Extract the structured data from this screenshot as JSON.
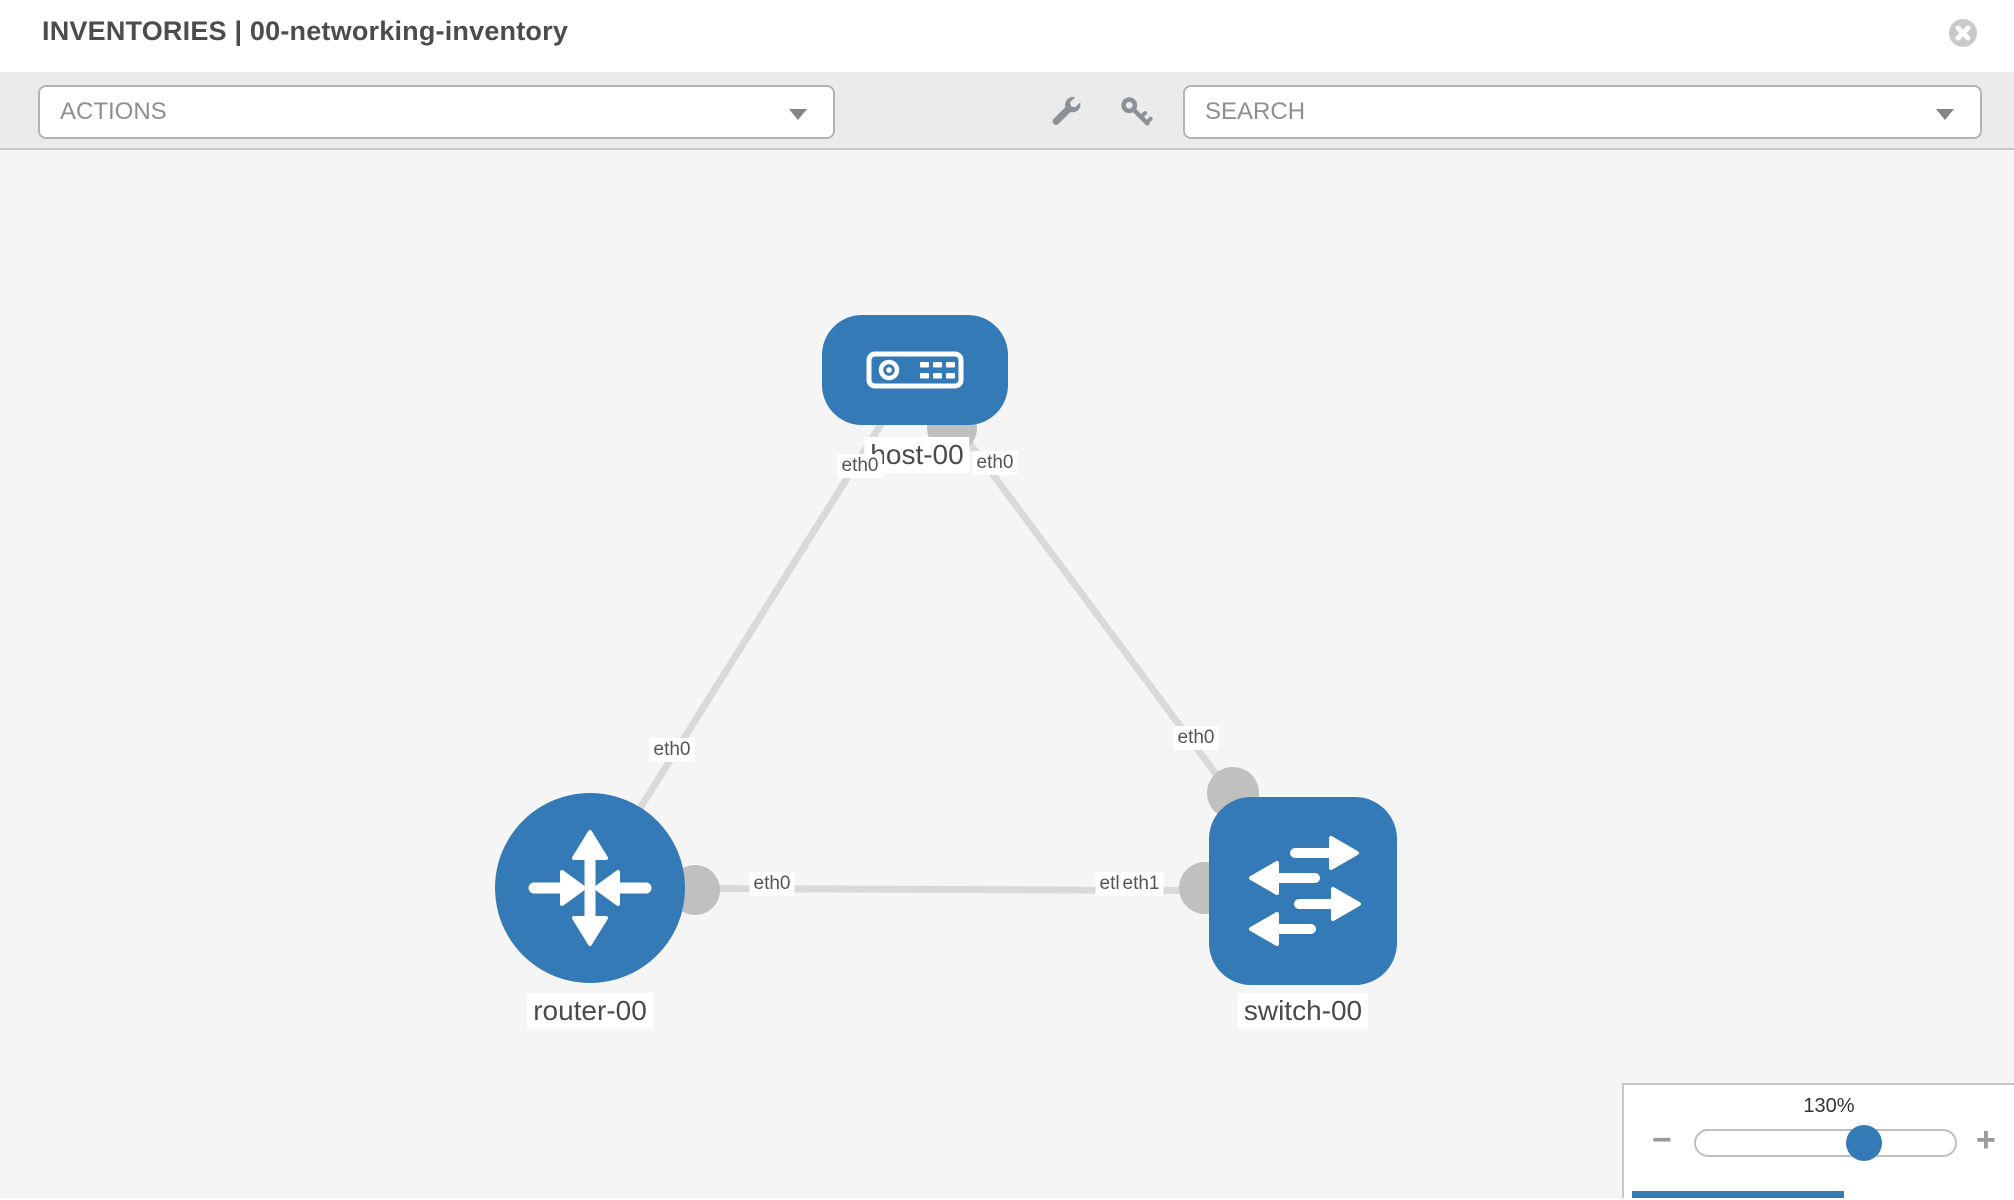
{
  "header": {
    "title": "INVENTORIES | 00-networking-inventory"
  },
  "toolbar": {
    "actions_label": "ACTIONS",
    "search_placeholder": "SEARCH",
    "icons": [
      "wrench-icon",
      "key-icon"
    ]
  },
  "diagram": {
    "nodes": [
      {
        "id": "host-00",
        "label": "host-00",
        "type": "host"
      },
      {
        "id": "router-00",
        "label": "router-00",
        "type": "router"
      },
      {
        "id": "switch-00",
        "label": "switch-00",
        "type": "switch"
      }
    ],
    "links": [
      {
        "source": "host-00",
        "target": "router-00",
        "source_interface": "eth0",
        "target_interface": "eth0"
      },
      {
        "source": "host-00",
        "target": "switch-00",
        "source_interface": "eth0",
        "target_interface": "eth0"
      },
      {
        "source": "router-00",
        "target": "switch-00",
        "source_interface": "eth0",
        "target_interface": "eth1",
        "target_interface_overlap": "eth0"
      }
    ]
  },
  "zoom_control": {
    "level": "130%",
    "decrease": "−",
    "increase": "+"
  },
  "colors": {
    "node_blue": "#337ab7",
    "link_gray": "#d9d9d9",
    "endpoint_gray": "#c0c0c0",
    "canvas_bg": "#f5f5f5"
  }
}
